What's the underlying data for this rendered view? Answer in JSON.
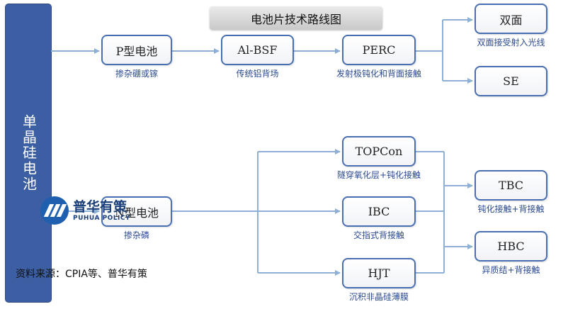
{
  "title": "电池片技术路线图",
  "root_label": "单晶硅电池",
  "nodes": {
    "p_type": {
      "label": "P型电池",
      "sub": "掺杂硼或镓"
    },
    "al_bsf": {
      "label": "Al-BSF",
      "sub": "传统铝背场"
    },
    "perc": {
      "label": "PERC",
      "sub": "发射极钝化和背面接触"
    },
    "bifacial": {
      "label": "双面",
      "sub": "双面接受射入光线"
    },
    "se": {
      "label": "SE"
    },
    "n_type": {
      "label": "N型电池",
      "sub": "掺杂磷"
    },
    "topcon": {
      "label": "TOPCon",
      "sub": "隧穿氧化层+钝化接触"
    },
    "ibc": {
      "label": "IBC",
      "sub": "交指式背接触"
    },
    "hjt": {
      "label": "HJT",
      "sub": "沉积非晶硅薄膜"
    },
    "tbc": {
      "label": "TBC",
      "sub": "钝化接触+背接触"
    },
    "hbc": {
      "label": "HBC",
      "sub": "异质结+背接触"
    }
  },
  "source": "资料来源：CPIA等、普华有策",
  "logo": {
    "cn": "普华有策",
    "en": "PUHUA POLICY"
  }
}
